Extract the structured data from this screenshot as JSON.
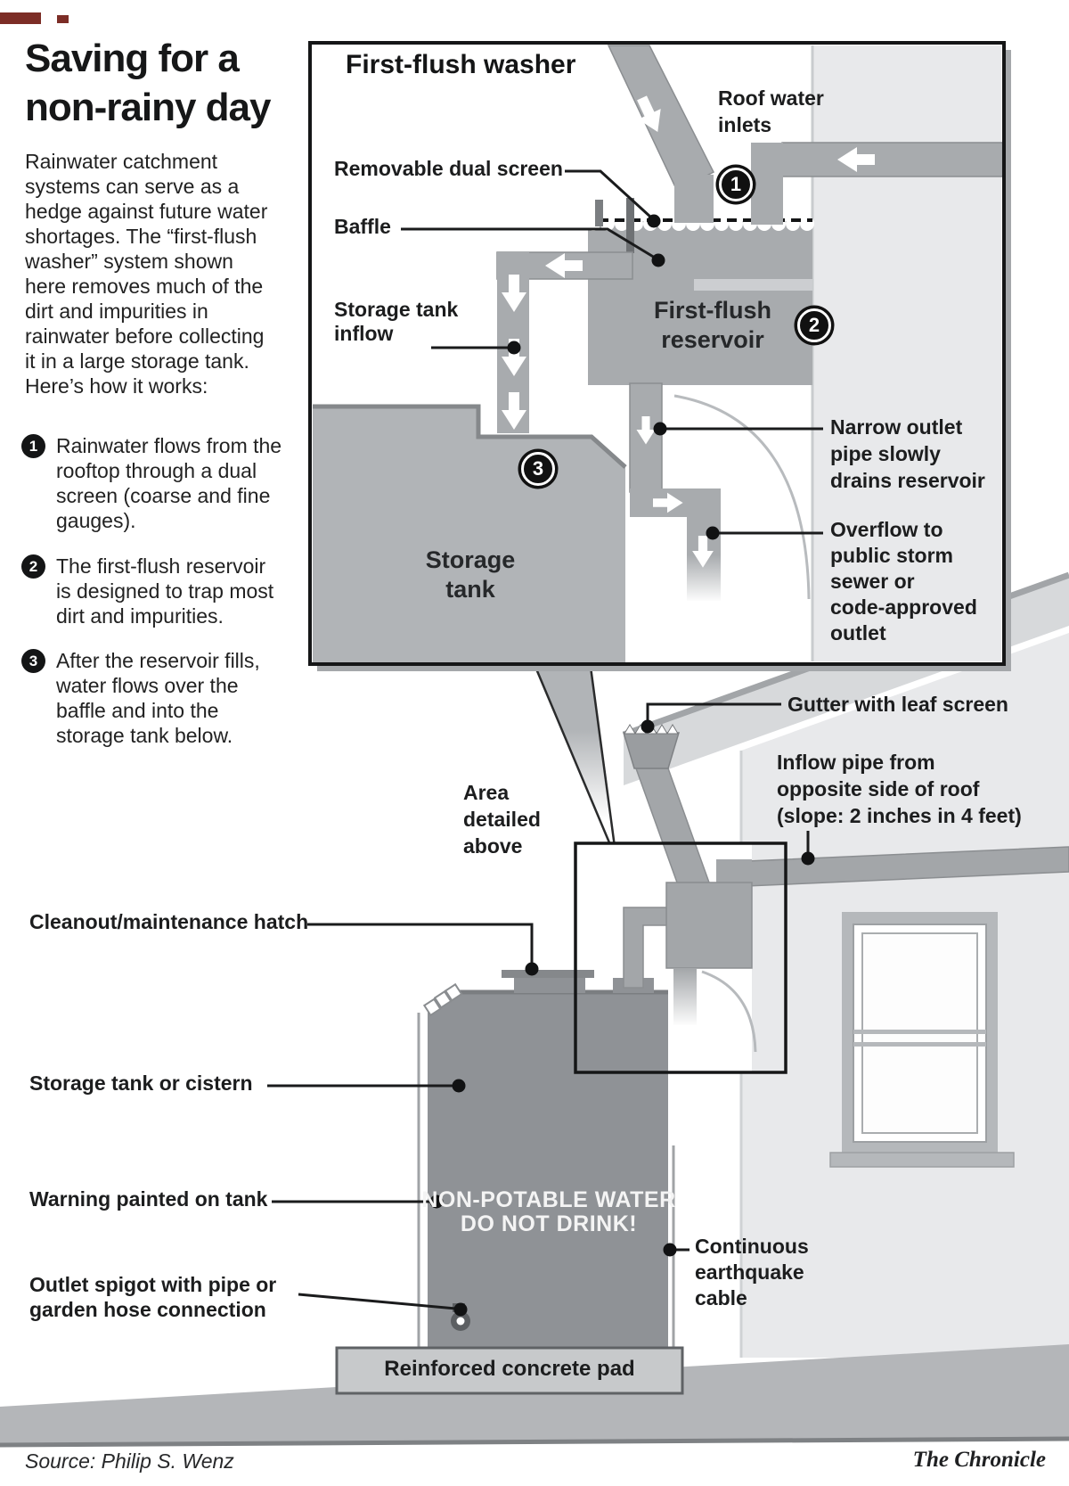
{
  "page": {
    "title": "Saving for a\nnon-rainy day",
    "intro": "Rainwater catchment\nsystems can serve as a\nhedge against future water\nshortages. The “first-flush\nwasher” system shown\nhere removes much of the\ndirt and impurities in\nrainwater before collecting\nit in a large storage tank.\nHere’s how it works:",
    "footer_source": "Source: Philip S. Wenz",
    "footer_credit": "The Chronicle"
  },
  "steps": [
    {
      "num": "1",
      "text": "Rainwater flows from the\nrooftop through a dual\nscreen (coarse and fine\ngauges)."
    },
    {
      "num": "2",
      "text": "The first-flush reservoir\nis designed to trap most\ndirt and impurities."
    },
    {
      "num": "3",
      "text": "After the reservoir fills,\nwater flows over the\nbaffle and into the\nstorage tank below."
    }
  ],
  "detail_box": {
    "title": "First-flush washer",
    "badge1": "1",
    "badge2": "2",
    "badge3": "3",
    "labels": {
      "removable_screen": "Removable dual screen",
      "baffle": "Baffle",
      "storage_inflow": "Storage tank\ninflow",
      "roof_inlets": "Roof water\ninlets",
      "reservoir": "First-flush\nreservoir",
      "narrow_outlet": "Narrow outlet\npipe slowly\ndrains reservoir",
      "overflow": "Overflow to\npublic storm\nsewer or\ncode-approved\noutlet",
      "storage_tank": "Storage\ntank"
    }
  },
  "scene": {
    "area_detailed": "Area\ndetailed\nabove",
    "gutter": "Gutter with leaf screen",
    "inflow_pipe": "Inflow pipe from\nopposite side of roof\n(slope: 2 inches in 4 feet)",
    "cleanout": "Cleanout/maintenance hatch",
    "cistern": "Storage tank or cistern",
    "warning": "Warning painted on tank",
    "tank_warning": "NON-POTABLE WATER\nDO NOT DRINK!",
    "spigot": "Outlet spigot with pipe or\ngarden hose connection",
    "cable": "Continuous\nearthquake\ncable",
    "pad": "Reinforced concrete pad"
  },
  "colors": {
    "pipe": "#a8abae",
    "box_tank": "#b1b4b7",
    "dark_tank": "#8f9296",
    "wall": "#e8e9eb",
    "roof": "#d7d9db",
    "ground": "#b4b6b9",
    "pad": "#c7c9cb",
    "ink": "#1a1b1c"
  }
}
